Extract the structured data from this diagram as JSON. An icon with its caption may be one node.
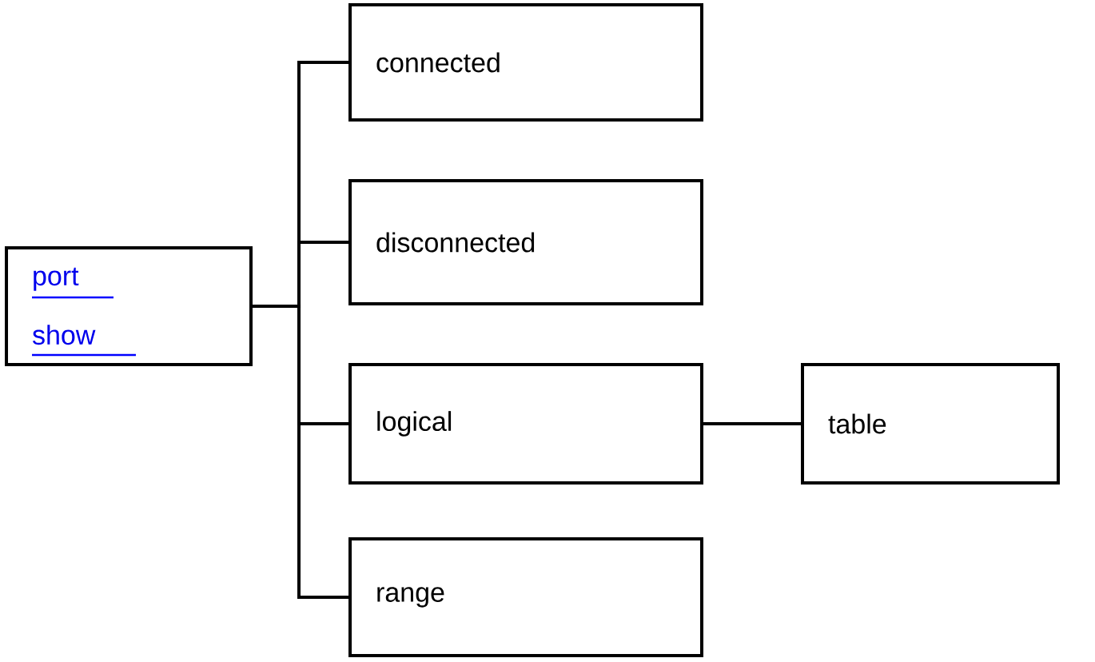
{
  "diagram": {
    "nodes": [
      {
        "text": [
          "port show"
        ]
      },
      {
        "text": [
          "connected"
        ]
      },
      {
        "text": [
          "disconnected"
        ]
      },
      {
        "text": [
          "logical"
        ]
      },
      {
        "text": [
          "range"
        ]
      },
      {
        "text": [
          "table"
        ]
      }
    ],
    "edges": [
      {
        "from": 0,
        "to": 1,
        "arrow": "none"
      },
      {
        "from": 0,
        "to": 2,
        "arrow": "none"
      },
      {
        "from": 0,
        "to": 3,
        "arrow": "none"
      },
      {
        "from": 0,
        "to": 4,
        "arrow": "none"
      },
      {
        "from": 3,
        "to": 5,
        "arrow": "none"
      }
    ]
  }
}
